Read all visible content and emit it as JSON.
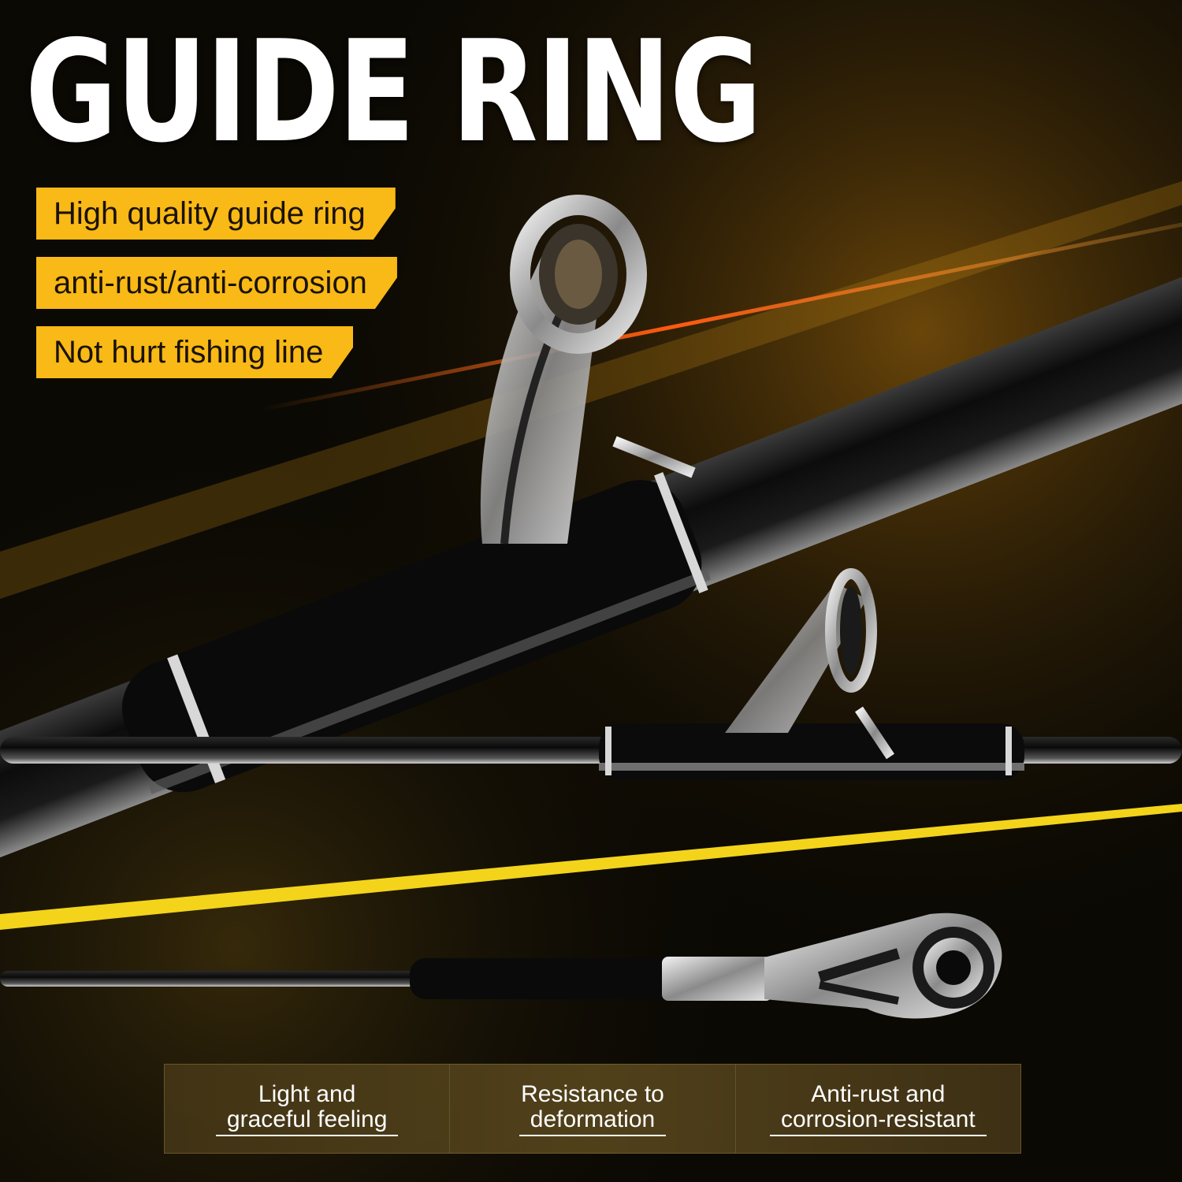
{
  "headline": "GUIDE RING",
  "feature_tags": [
    "High quality guide ring",
    "anti-rust/anti-corrosion",
    "Not hurt fishing line"
  ],
  "panel_items": [
    {
      "line1": "Light and",
      "line2": "graceful feeling"
    },
    {
      "line1": "Resistance to",
      "line2": "deformation"
    },
    {
      "line1": "Anti-rust and",
      "line2": "corrosion-resistant"
    }
  ],
  "colors": {
    "accent_yellow": "#f9b916",
    "background": "#0b0904",
    "laser_orange": "#ff6a1a",
    "rod_black": "#111111"
  }
}
